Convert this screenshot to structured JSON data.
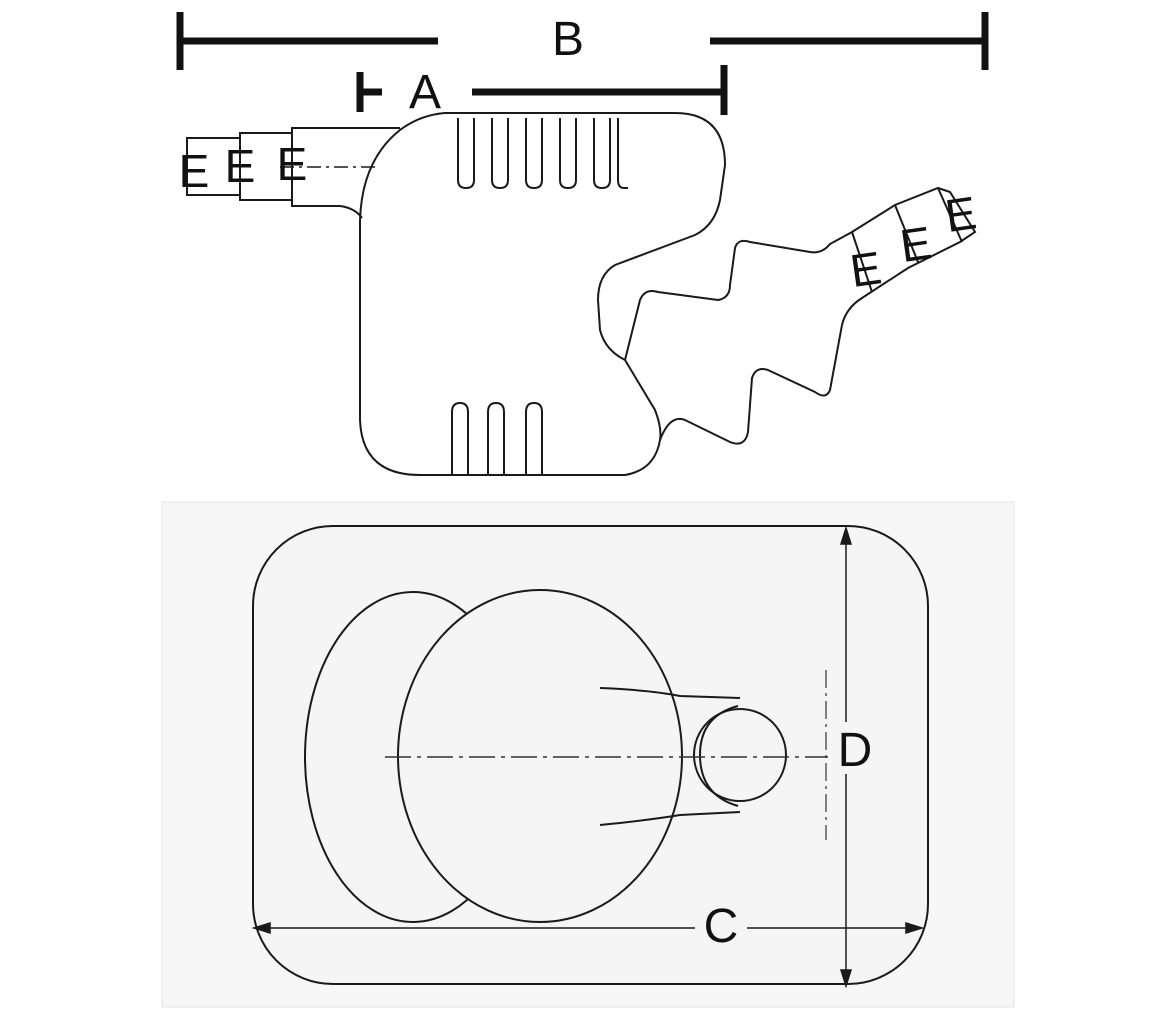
{
  "dimensions": {
    "A": "A",
    "B": "B",
    "C": "C",
    "D": "D"
  },
  "port_marks": {
    "left": [
      "E",
      "E",
      "E"
    ],
    "right": [
      "E",
      "E",
      "E"
    ]
  },
  "colors": {
    "line": "#1a1a1a",
    "heavy_line": "#111111",
    "panel_fill": "#f5f5f5",
    "panel_border": "#dddddd"
  }
}
